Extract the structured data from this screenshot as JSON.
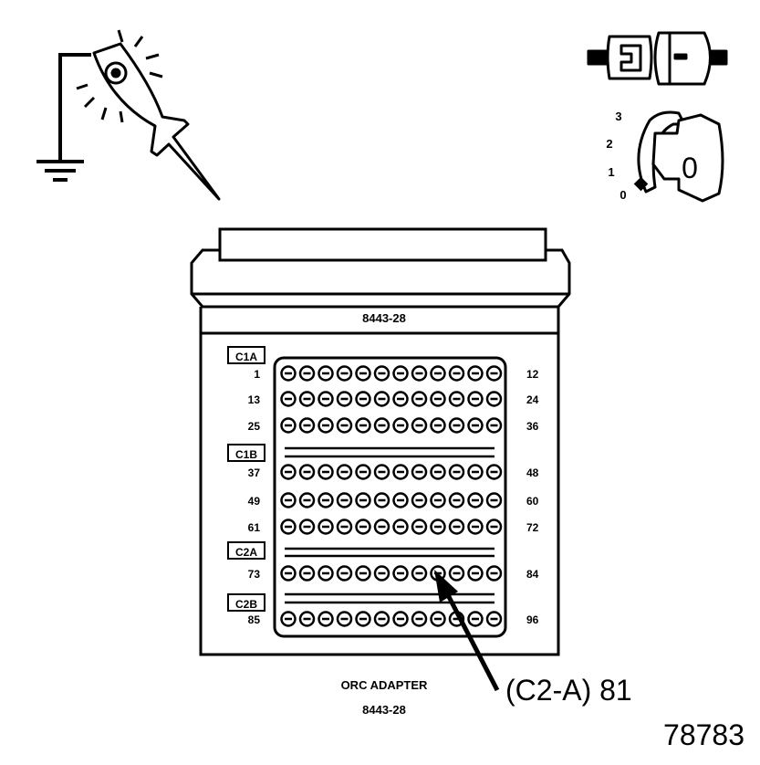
{
  "adapter": {
    "top_label": "8443-28",
    "caption_line1": "ORC ADAPTER",
    "caption_line2": "8443-28"
  },
  "groups": [
    {
      "id": "C1A",
      "rows": [
        {
          "start": "1",
          "end": "12"
        },
        {
          "start": "13",
          "end": "24"
        },
        {
          "start": "25",
          "end": "36"
        }
      ]
    },
    {
      "id": "C1B",
      "rows": [
        {
          "start": "37",
          "end": "48"
        },
        {
          "start": "49",
          "end": "60"
        },
        {
          "start": "61",
          "end": "72"
        }
      ]
    },
    {
      "id": "C2A",
      "rows": [
        {
          "start": "73",
          "end": "84"
        }
      ]
    },
    {
      "id": "C2B",
      "rows": [
        {
          "start": "85",
          "end": "96"
        }
      ]
    }
  ],
  "pins_per_row": 12,
  "callout": {
    "label": "(C2-A) 81",
    "pin": 81
  },
  "ignition": {
    "positions": [
      "3",
      "2",
      "1",
      "0"
    ],
    "key_label": "0"
  },
  "figure_number": "78783",
  "icons": [
    "ground-symbol-icon",
    "test-light-probe-icon",
    "connector-disconnected-icon",
    "ignition-key-icon"
  ]
}
